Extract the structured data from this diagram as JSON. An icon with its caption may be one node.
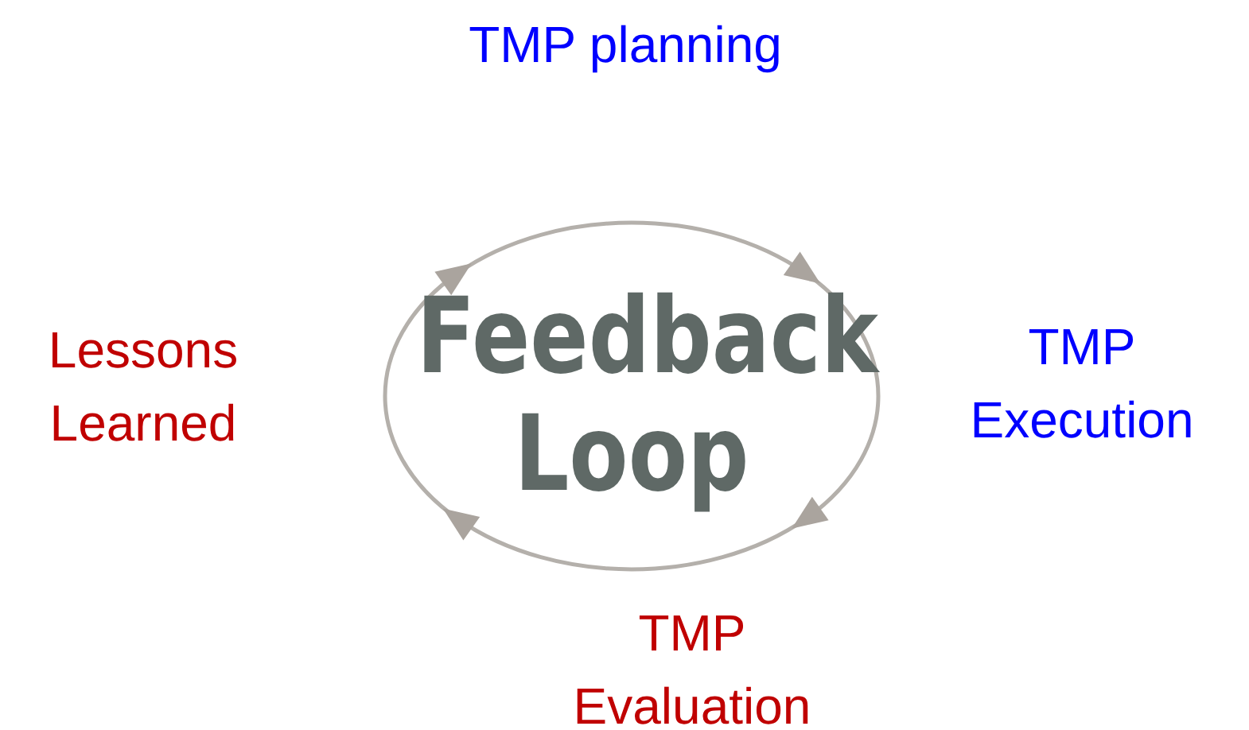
{
  "diagram": {
    "nodes": [
      {
        "text": [
          "Feedback Loop"
        ]
      }
    ],
    "edges": [],
    "labels": [
      "TMP planning",
      "TMP Execution",
      "Lessons Learned",
      "TMP Evaluation"
    ]
  }
}
